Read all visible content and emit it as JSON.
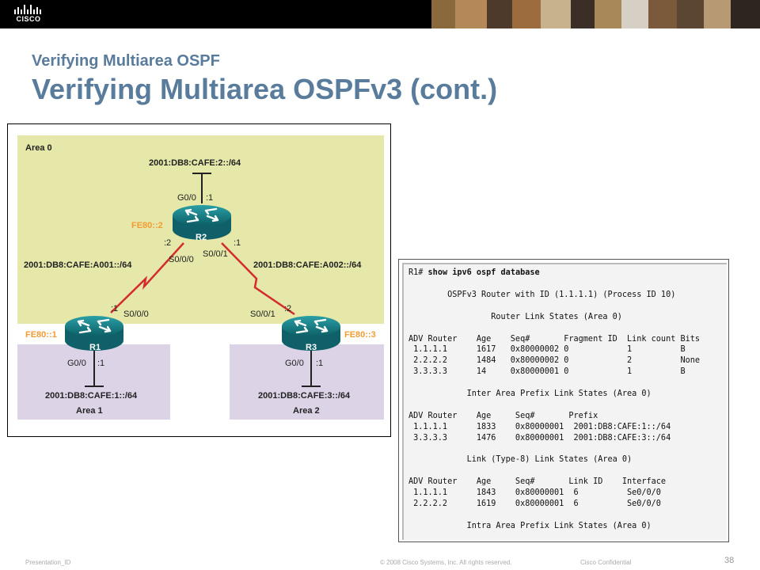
{
  "header": {
    "logo_text": "CISCO",
    "photo_colors": [
      "#8a6a3c",
      "#b5885a",
      "#4e3a2a",
      "#9c6b3e",
      "#c7b28c",
      "#3a2e26",
      "#a88858",
      "#d6d0c4",
      "#7a5a3a",
      "#5b4634",
      "#b79a74",
      "#2f2520"
    ]
  },
  "slide": {
    "subtitle": "Verifying Multiarea OSPF",
    "title": "Verifying Multiarea OSPFv3 (cont.)"
  },
  "topology": {
    "colors": {
      "area0": "#e5e8a9",
      "area_other": "#dcd3e6",
      "link_local": "#f39c34",
      "serial": "#d42c2c",
      "router": "#1e7f86"
    },
    "area0_label": "Area 0",
    "area1_label": "Area 1",
    "area2_label": "Area 2",
    "r1_name": "R1",
    "r2_name": "R2",
    "r3_name": "R3",
    "r2_lan_prefix": "2001:DB8:CAFE:2::/64",
    "r2_g00": "G0/0",
    "r2_g00_host": ":1",
    "r2_fe80": "FE80::2",
    "r2_left_host": ":2",
    "r2_right_host": ":1",
    "r2_s000": "S0/0/0",
    "r2_s001": "S0/0/1",
    "link_r1_r2_prefix": "2001:DB8:CAFE:A001::/64",
    "link_r2_r3_prefix": "2001:DB8:CAFE:A002::/64",
    "r1_serial_host": ":1",
    "r1_s000": "S0/0/0",
    "r1_fe80": "FE80::1",
    "r1_g00": "G0/0",
    "r1_g00_host": ":1",
    "r1_lan_prefix": "2001:DB8:CAFE:1::/64",
    "r3_s001": "S0/0/1",
    "r3_serial_host": ":2",
    "r3_fe80": "FE80::3",
    "r3_g00": "G0/0",
    "r3_g00_host": ":1",
    "r3_lan_prefix": "2001:DB8:CAFE:3::/64"
  },
  "cli_output": {
    "prompt": "R1# ",
    "command": "show ipv6 ospf database",
    "lines": [
      "",
      "        OSPFv3 Router with ID (1.1.1.1) (Process ID 10)",
      "",
      "                 Router Link States (Area 0)",
      "",
      "ADV Router    Age    Seq#       Fragment ID  Link count Bits",
      " 1.1.1.1      1617   0x80000002 0            1          B",
      " 2.2.2.2      1484   0x80000002 0            2          None",
      " 3.3.3.3      14     0x80000001 0            1          B",
      "",
      "            Inter Area Prefix Link States (Area 0)",
      "",
      "ADV Router    Age     Seq#       Prefix",
      " 1.1.1.1      1833    0x80000001  2001:DB8:CAFE:1::/64",
      " 3.3.3.3      1476    0x80000001  2001:DB8:CAFE:3::/64",
      "",
      "            Link (Type-8) Link States (Area 0)",
      "",
      "ADV Router    Age     Seq#       Link ID    Interface",
      " 1.1.1.1      1843    0x80000001  6          Se0/0/0",
      " 2.2.2.2      1619    0x80000001  6          Se0/0/0",
      "",
      "            Intra Area Prefix Link States (Area 0)"
    ]
  },
  "footer": {
    "presentation_id": "Presentation_ID",
    "copyright": "© 2008 Cisco Systems, Inc. All rights reserved.",
    "confidential": "Cisco Confidential",
    "page_number": "38"
  }
}
